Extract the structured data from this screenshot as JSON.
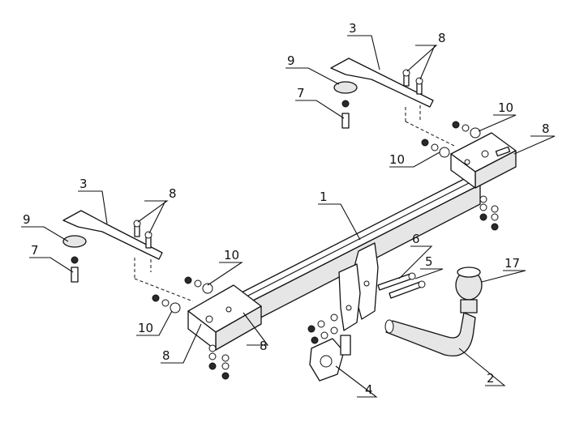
{
  "callouts": [
    {
      "id": "c1",
      "text": "1"
    },
    {
      "id": "c2",
      "text": "2"
    },
    {
      "id": "c3a",
      "text": "3"
    },
    {
      "id": "c3b",
      "text": "3"
    },
    {
      "id": "c4",
      "text": "4"
    },
    {
      "id": "c5",
      "text": "5"
    },
    {
      "id": "c6",
      "text": "6"
    },
    {
      "id": "c7a",
      "text": "7"
    },
    {
      "id": "c7b",
      "text": "7"
    },
    {
      "id": "c8a",
      "text": "8"
    },
    {
      "id": "c8b",
      "text": "8"
    },
    {
      "id": "c8c",
      "text": "8"
    },
    {
      "id": "c8d",
      "text": "8"
    },
    {
      "id": "c8e",
      "text": "8"
    },
    {
      "id": "c9a",
      "text": "9"
    },
    {
      "id": "c9b",
      "text": "9"
    },
    {
      "id": "c10a",
      "text": "10"
    },
    {
      "id": "c10b",
      "text": "10"
    },
    {
      "id": "c10c",
      "text": "10"
    },
    {
      "id": "c10d",
      "text": "10"
    },
    {
      "id": "c17",
      "text": "17"
    }
  ]
}
